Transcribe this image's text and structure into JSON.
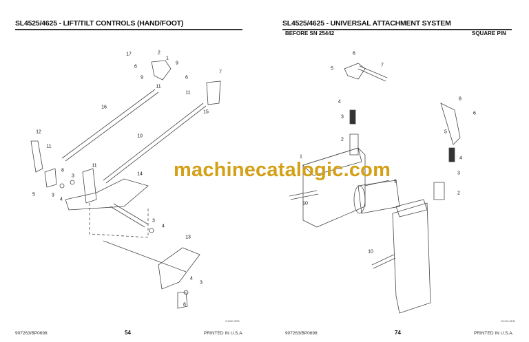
{
  "left_page": {
    "title": "SL4525/4625 - LIFT/TILT CONTROLS (HAND/FOOT)",
    "figure_code": "G1987.0EB",
    "doc_number": "907263/BP0698",
    "page_number": "54",
    "printed": "PRINTED IN U.S.A.",
    "callouts": [
      "17",
      "2",
      "1",
      "9",
      "6",
      "9",
      "11",
      "6",
      "7",
      "11",
      "16",
      "15",
      "12",
      "10",
      "11",
      "11",
      "8",
      "14",
      "3",
      "5",
      "3",
      "4",
      "3",
      "4",
      "13",
      "4",
      "3",
      "8"
    ]
  },
  "right_page": {
    "title": "SL4525/4625 - UNIVERSAL ATTACHMENT SYSTEM",
    "subtitle_left": "BEFORE SN 25442",
    "subtitle_right": "SQUARE PIN",
    "figure_code": "G1194.0EB",
    "doc_number": "907263/BP0698",
    "page_number": "74",
    "printed": "PRINTED IN U.S.A.",
    "callouts": [
      "6",
      "7",
      "5",
      "4",
      "3",
      "2",
      "1",
      "8",
      "6",
      "5",
      "4",
      "3",
      "9",
      "2",
      "10",
      "10"
    ]
  },
  "watermark": "machinecatalogic.com"
}
